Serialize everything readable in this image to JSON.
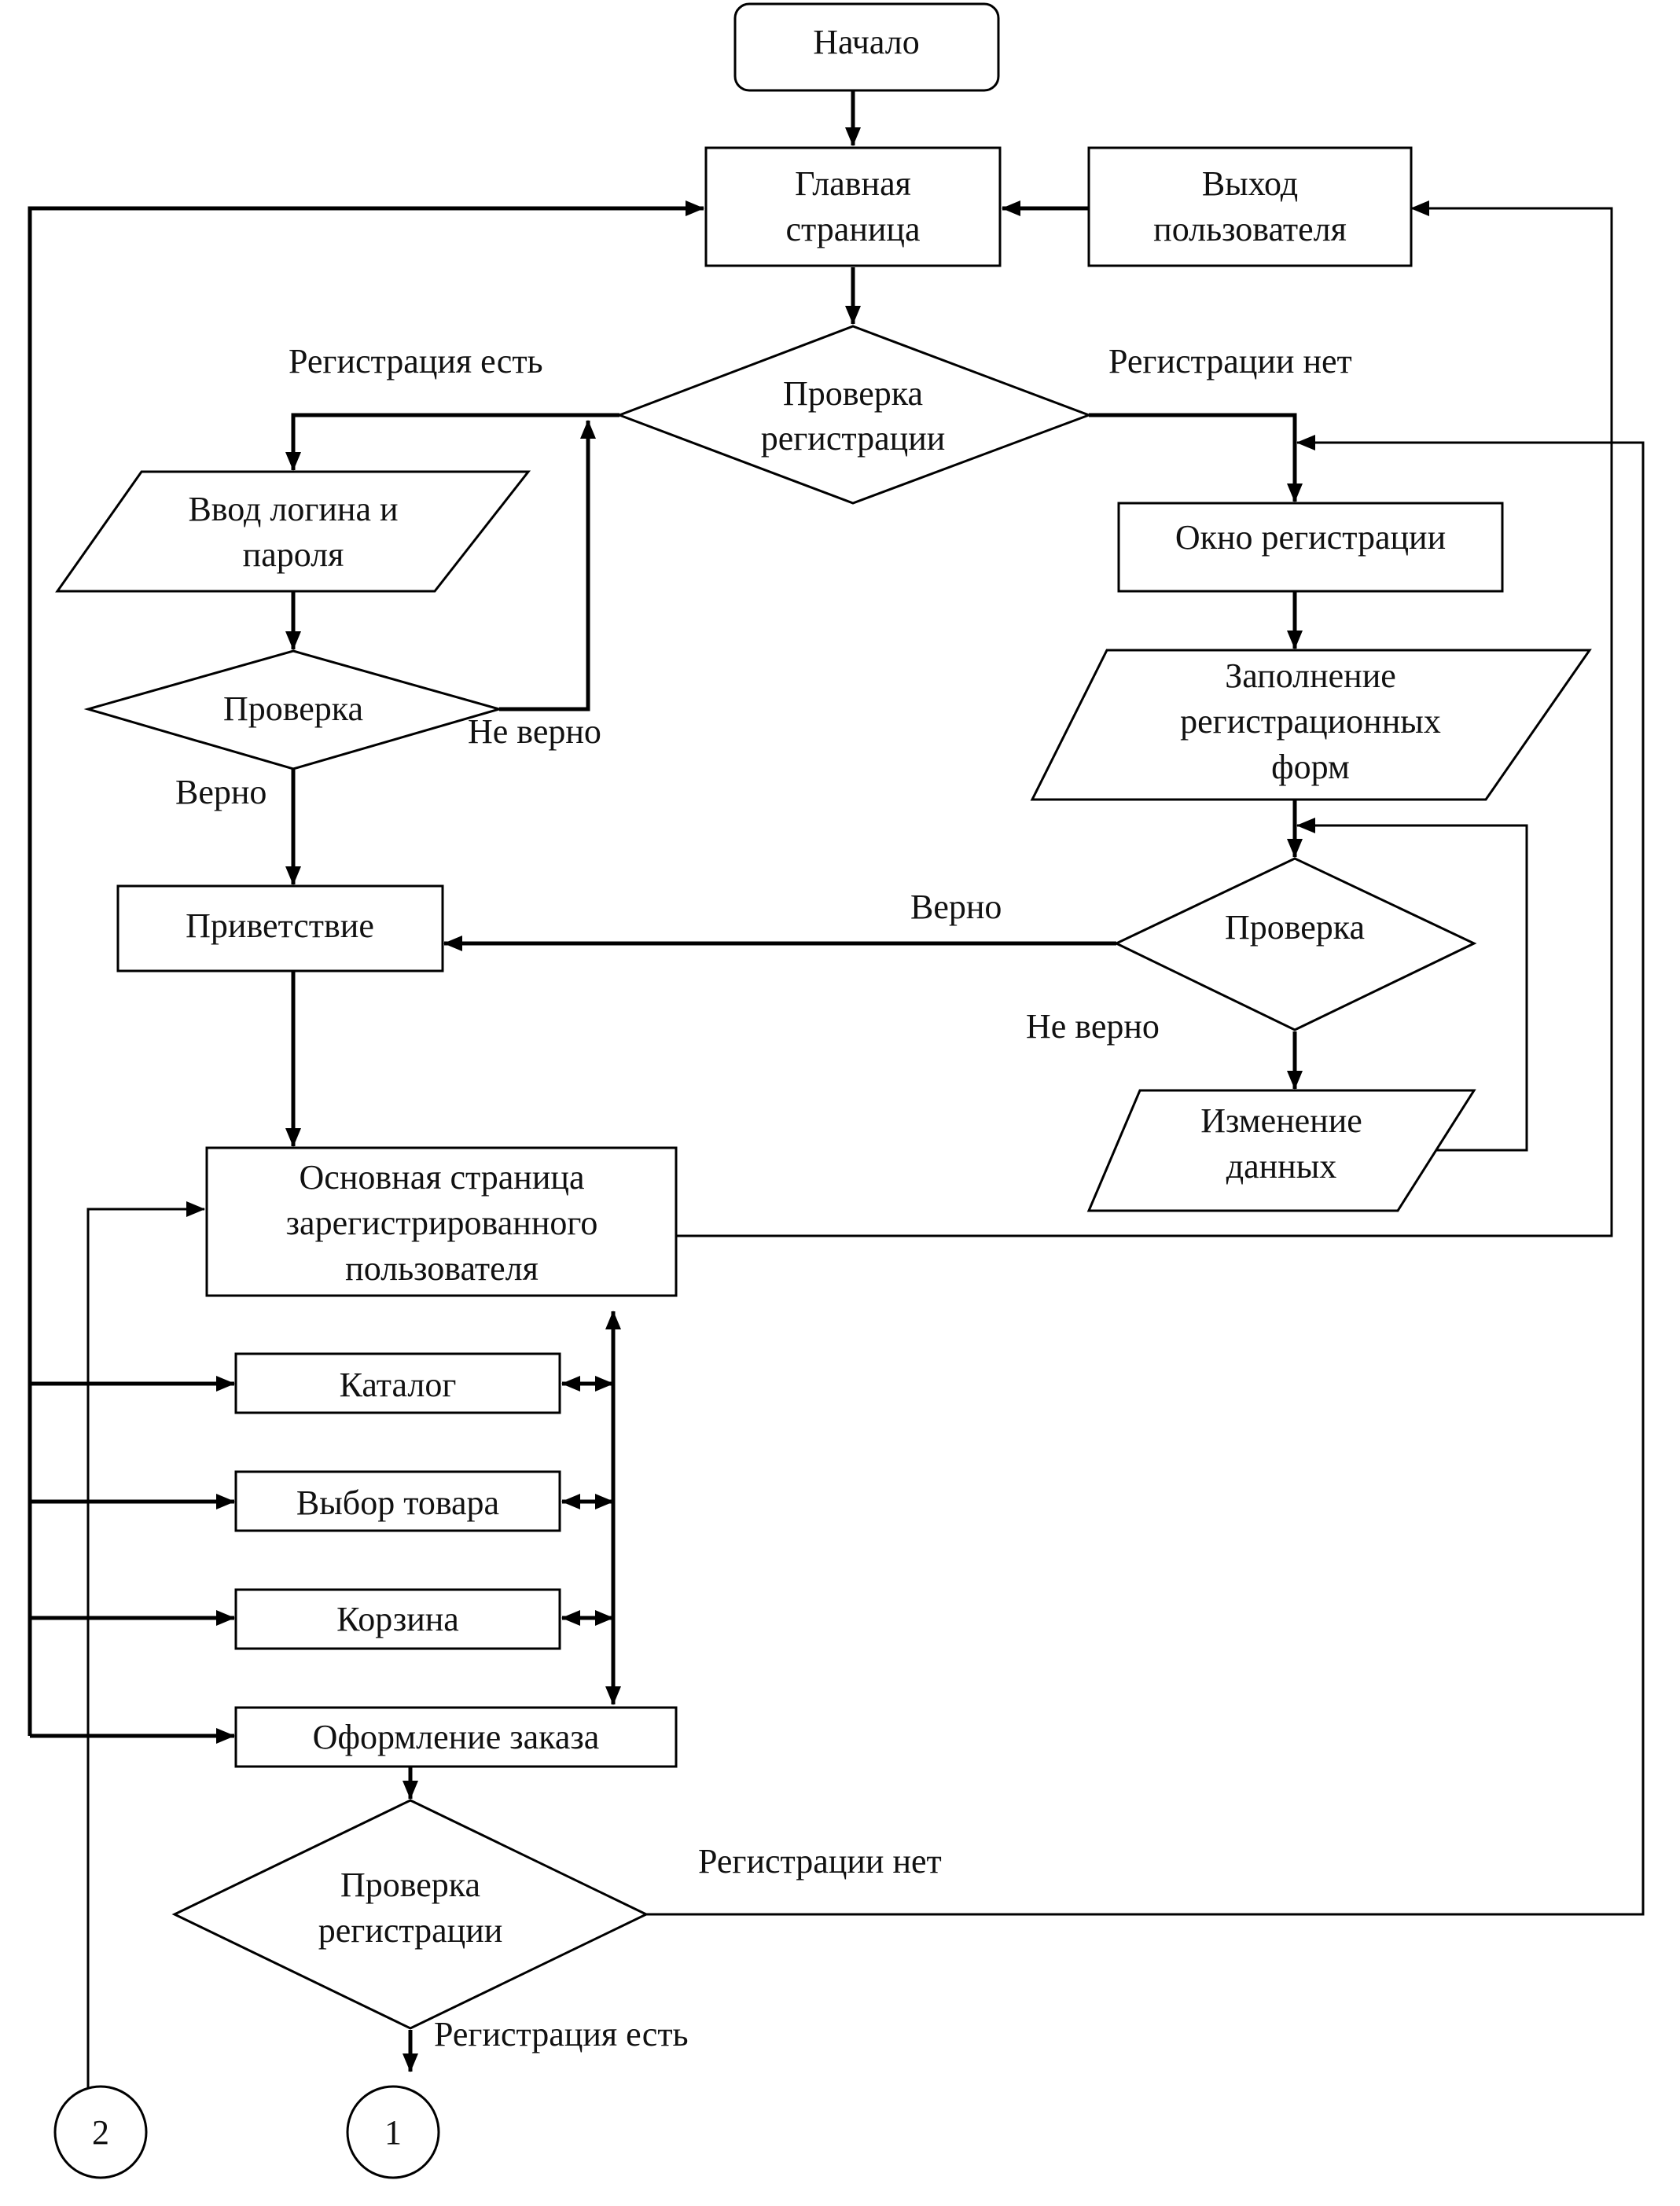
{
  "nodes": {
    "start": "Начало",
    "main_page": [
      "Главная",
      "страница"
    ],
    "user_exit": [
      "Выход",
      "пользователя"
    ],
    "check_reg_top": [
      "Проверка",
      "регистрации"
    ],
    "login_input": [
      "Ввод логина и",
      "пароля"
    ],
    "check_login": "Проверка",
    "reg_window": "Окно регистрации",
    "fill_forms": [
      "Заполнение",
      "регистрационных",
      "форм"
    ],
    "check_forms": "Проверка",
    "greeting": "Приветствие",
    "change_data": [
      "Изменение",
      "данных"
    ],
    "user_main": [
      "Основная страница",
      "зарегистрированного",
      "пользователя"
    ],
    "catalog": "Каталог",
    "choose_product": "Выбор товара",
    "cart": "Корзина",
    "checkout": "Оформление заказа",
    "check_reg_bottom": [
      "Проверка",
      "регистрации"
    ],
    "connector_1": "1",
    "connector_2": "2"
  },
  "edge_labels": {
    "reg_yes_top": "Регистрация есть",
    "reg_no_top": "Регистрации нет",
    "login_wrong": "Не верно",
    "login_ok": "Верно",
    "forms_ok": "Верно",
    "forms_wrong": "Не верно",
    "reg_no_bottom": "Регистрации нет",
    "reg_yes_bottom": "Регистрация есть"
  }
}
